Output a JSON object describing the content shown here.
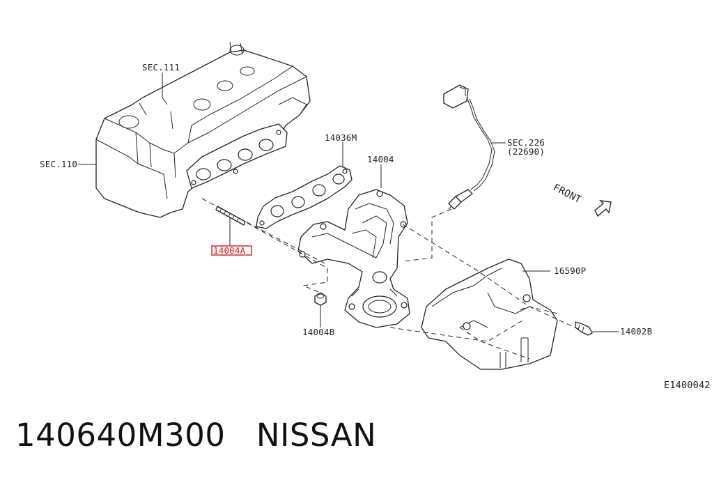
{
  "diagram": {
    "labels": {
      "sec111": "SEC.111",
      "sec110": "SEC.110",
      "gasket": "14036M",
      "manifold": "14004",
      "sensor_sec": "SEC.226",
      "sensor_part": "(22690)",
      "front": "FRONT",
      "stud": "14004A",
      "nut": "14004B",
      "cover": "16590P",
      "bolt": "14002B",
      "figure_id": "E1400042"
    },
    "highlight_color": "#e0101a"
  },
  "caption": {
    "part_number": "140640M300",
    "brand": "NISSAN"
  }
}
